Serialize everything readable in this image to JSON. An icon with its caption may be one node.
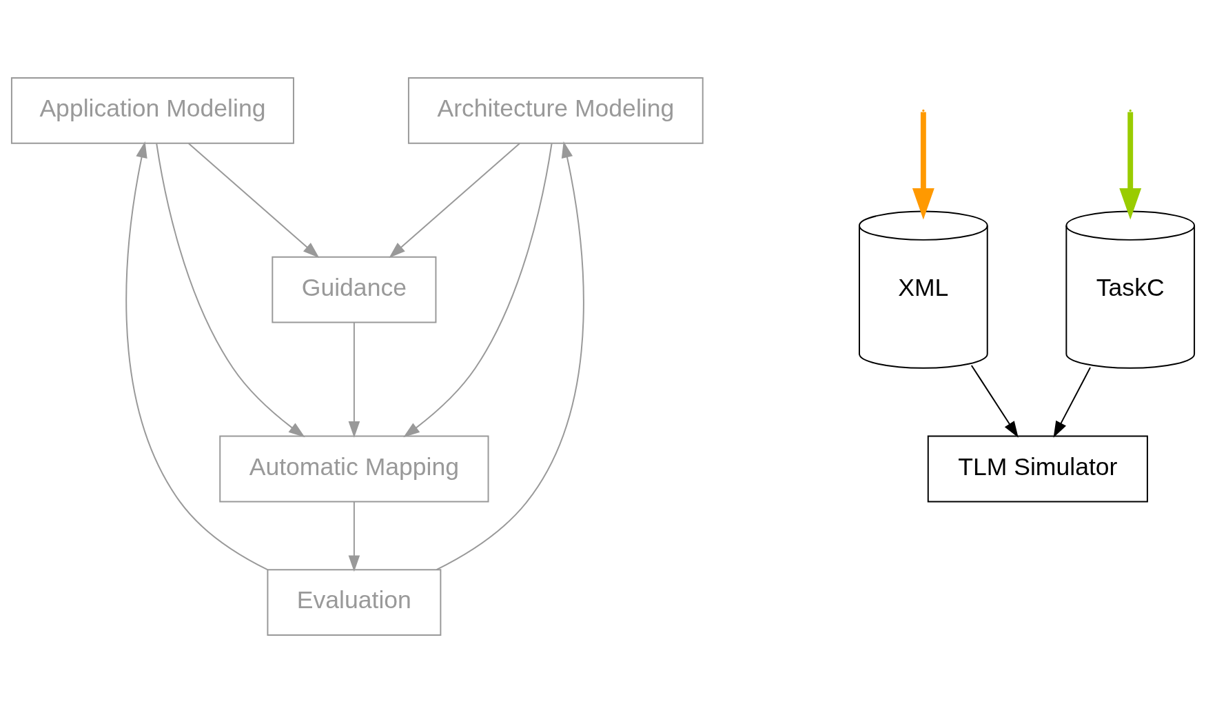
{
  "diagram": {
    "nodes": [
      {
        "text": [
          "Application Modeling"
        ]
      },
      {
        "text": [
          "Architecture Modeling"
        ]
      },
      {
        "text": [
          "Guidance"
        ]
      },
      {
        "text": [
          "Automatic Mapping"
        ]
      },
      {
        "text": [
          "Evaluation"
        ]
      },
      {
        "text": [
          "TaskC"
        ]
      },
      {
        "text": [
          "XML"
        ]
      },
      {
        "text": [
          "TLM Simulator"
        ]
      }
    ],
    "edges": [
      {
        "from": 0,
        "to": 2,
        "arrow": "to"
      },
      {
        "from": 1,
        "to": 2,
        "arrow": "to"
      },
      {
        "from": 2,
        "to": 3,
        "arrow": "to"
      },
      {
        "from": 0,
        "to": 3,
        "arrow": "to"
      },
      {
        "from": 1,
        "to": 3,
        "arrow": "to"
      },
      {
        "from": 3,
        "to": 4,
        "arrow": "to"
      },
      {
        "from": 4,
        "to": 0,
        "arrow": "to"
      },
      {
        "from": 4,
        "to": 1,
        "arrow": "to"
      },
      {
        "from": null,
        "to": 5,
        "arrow": "to",
        "style": "thick",
        "color": "#99cc00"
      },
      {
        "from": null,
        "to": 6,
        "arrow": "to",
        "style": "thick",
        "color": "#ff9900"
      },
      {
        "from": 5,
        "to": 7,
        "arrow": "to",
        "color": "#000000"
      },
      {
        "from": 6,
        "to": 7,
        "arrow": "to",
        "color": "#000000"
      }
    ]
  }
}
